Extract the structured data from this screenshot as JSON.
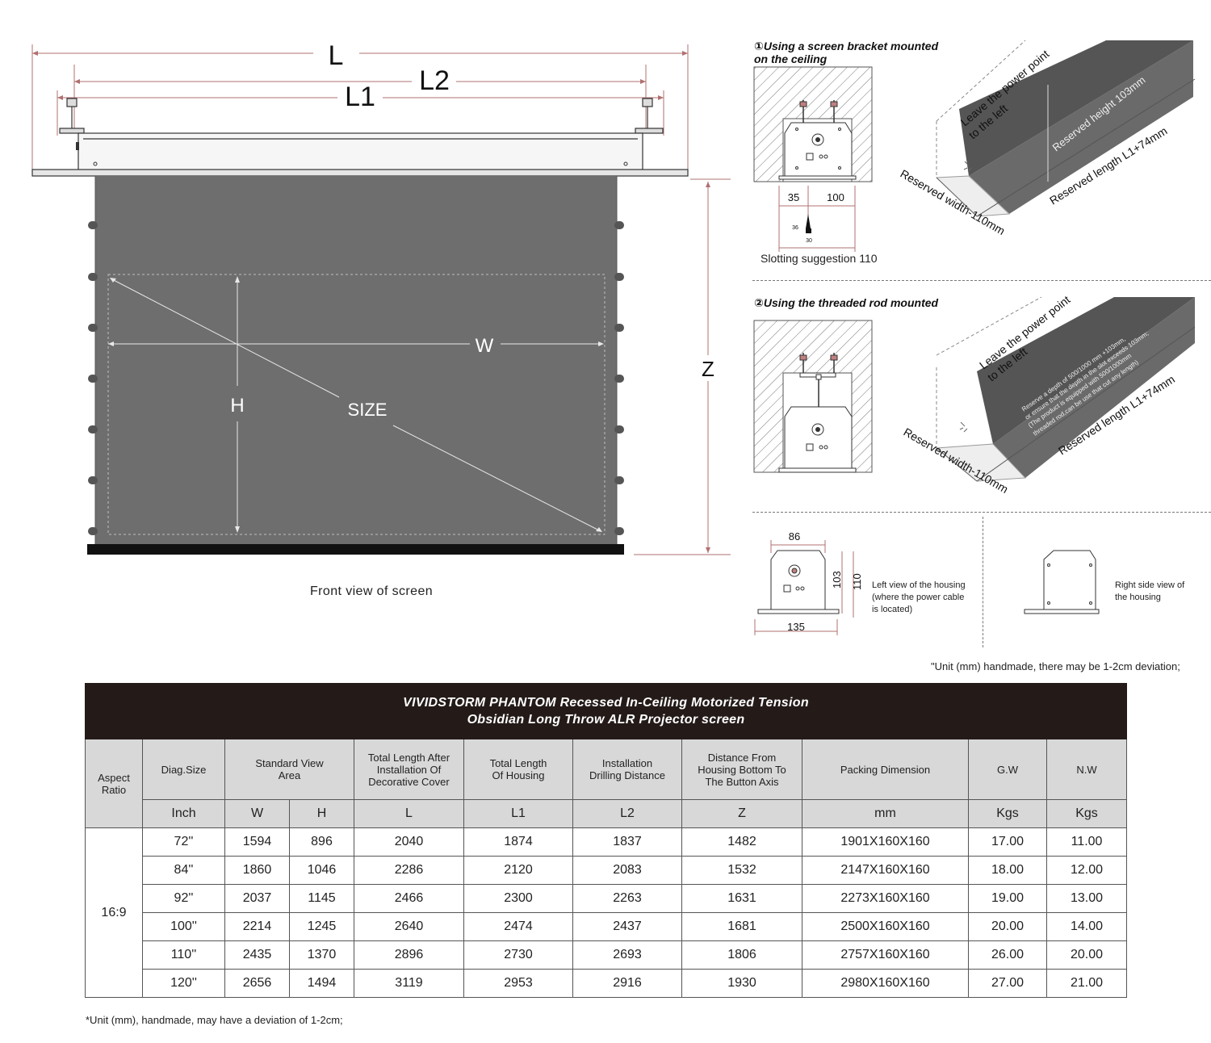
{
  "front_view": {
    "dim_L": "L",
    "dim_L1": "L1",
    "dim_L2": "L2",
    "dim_W": "W",
    "dim_H": "H",
    "dim_Z": "Z",
    "size_label": "SIZE",
    "caption": "Front view of screen"
  },
  "bracket_mount": {
    "title_line1": "①Using a screen bracket mounted",
    "title_line2": "on the ceiling",
    "dim_35": "35",
    "dim_100": "100",
    "dim_36": "36",
    "dim_30": "30",
    "slot_caption": "Slotting suggestion 110",
    "iso_power_line1": "Leave the power point",
    "iso_power_line2": "to the left",
    "iso_height": "Reserved height 103mm",
    "iso_length": "Reserved length L1+74mm",
    "iso_width": "Reserved width-110mm"
  },
  "rod_mount": {
    "title": "②Using the threaded rod mounted",
    "iso_power_line1": "Leave the power point",
    "iso_power_line2": "to the left",
    "iso_depth_line1": "Reserve a depth of 500/1000 mm +103mm,",
    "iso_depth_line2": "or ensure that the depth in the slot exceeds 103mm;",
    "iso_depth_line3": "(The product is equipped with 500/1000mm",
    "iso_depth_line4": "threaded rod,can be use that cut any length)",
    "iso_length": "Reserved length L1+74mm",
    "iso_width": "Reserved width-110mm"
  },
  "side_views": {
    "dim_86": "86",
    "dim_103": "103",
    "dim_110": "110",
    "dim_135": "135",
    "left_note_line1": "Left view of the housing",
    "left_note_line2": "(where the power cable",
    "left_note_line3": "is located)",
    "right_note_line1": "Right side view of",
    "right_note_line2": "the housing"
  },
  "deviation_note": "\"Unit (mm) handmade, there may be 1-2cm deviation;",
  "table": {
    "title_line1": "VIVIDSTORM PHANTOM Recessed In-Ceiling Motorized Tension",
    "title_line2": "Obsidian Long Throw ALR  Projector screen",
    "headers": {
      "aspect_line1": "Aspect",
      "aspect_line2": "Ratio",
      "diag": "Diag.Size",
      "view_line1": "Standard View",
      "view_line2": "Area",
      "total_line1": "Total Length After",
      "total_line2": "Installation Of",
      "total_line3": "Decorative Cover",
      "housing_line1": "Total Length",
      "housing_line2": "Of Housing",
      "drill_line1": "Installation",
      "drill_line2": "Drilling Distance",
      "dist_line1": "Distance From",
      "dist_line2": "Housing Bottom To",
      "dist_line3": "The Button Axis",
      "packing": "Packing Dimension",
      "gw": "G.W",
      "nw": "N.W"
    },
    "units": [
      "Inch",
      "W",
      "H",
      "L",
      "L1",
      "L2",
      "Z",
      "mm",
      "Kgs",
      "Kgs"
    ],
    "aspect_ratio": "16:9",
    "rows": [
      [
        "72''",
        "1594",
        "896",
        "2040",
        "1874",
        "1837",
        "1482",
        "1901X160X160",
        "17.00",
        "11.00"
      ],
      [
        "84''",
        "1860",
        "1046",
        "2286",
        "2120",
        "2083",
        "1532",
        "2147X160X160",
        "18.00",
        "12.00"
      ],
      [
        "92''",
        "2037",
        "1145",
        "2466",
        "2300",
        "2263",
        "1631",
        "2273X160X160",
        "19.00",
        "13.00"
      ],
      [
        "100''",
        "2214",
        "1245",
        "2640",
        "2474",
        "2437",
        "1681",
        "2500X160X160",
        "20.00",
        "14.00"
      ],
      [
        "110''",
        "2435",
        "1370",
        "2896",
        "2730",
        "2693",
        "1806",
        "2757X160X160",
        "26.00",
        "20.00"
      ],
      [
        "120''",
        "2656",
        "1494",
        "3119",
        "2953",
        "2916",
        "1930",
        "2980X160X160",
        "27.00",
        "21.00"
      ]
    ]
  },
  "footnote": "*Unit (mm), handmade, may have a deviation of 1-2cm;",
  "colors": {
    "screen_gray": "#6e6e6e",
    "dim_line_red": "#b07070",
    "header_dark": "#241b19",
    "header_gray": "#d8d8d8"
  }
}
